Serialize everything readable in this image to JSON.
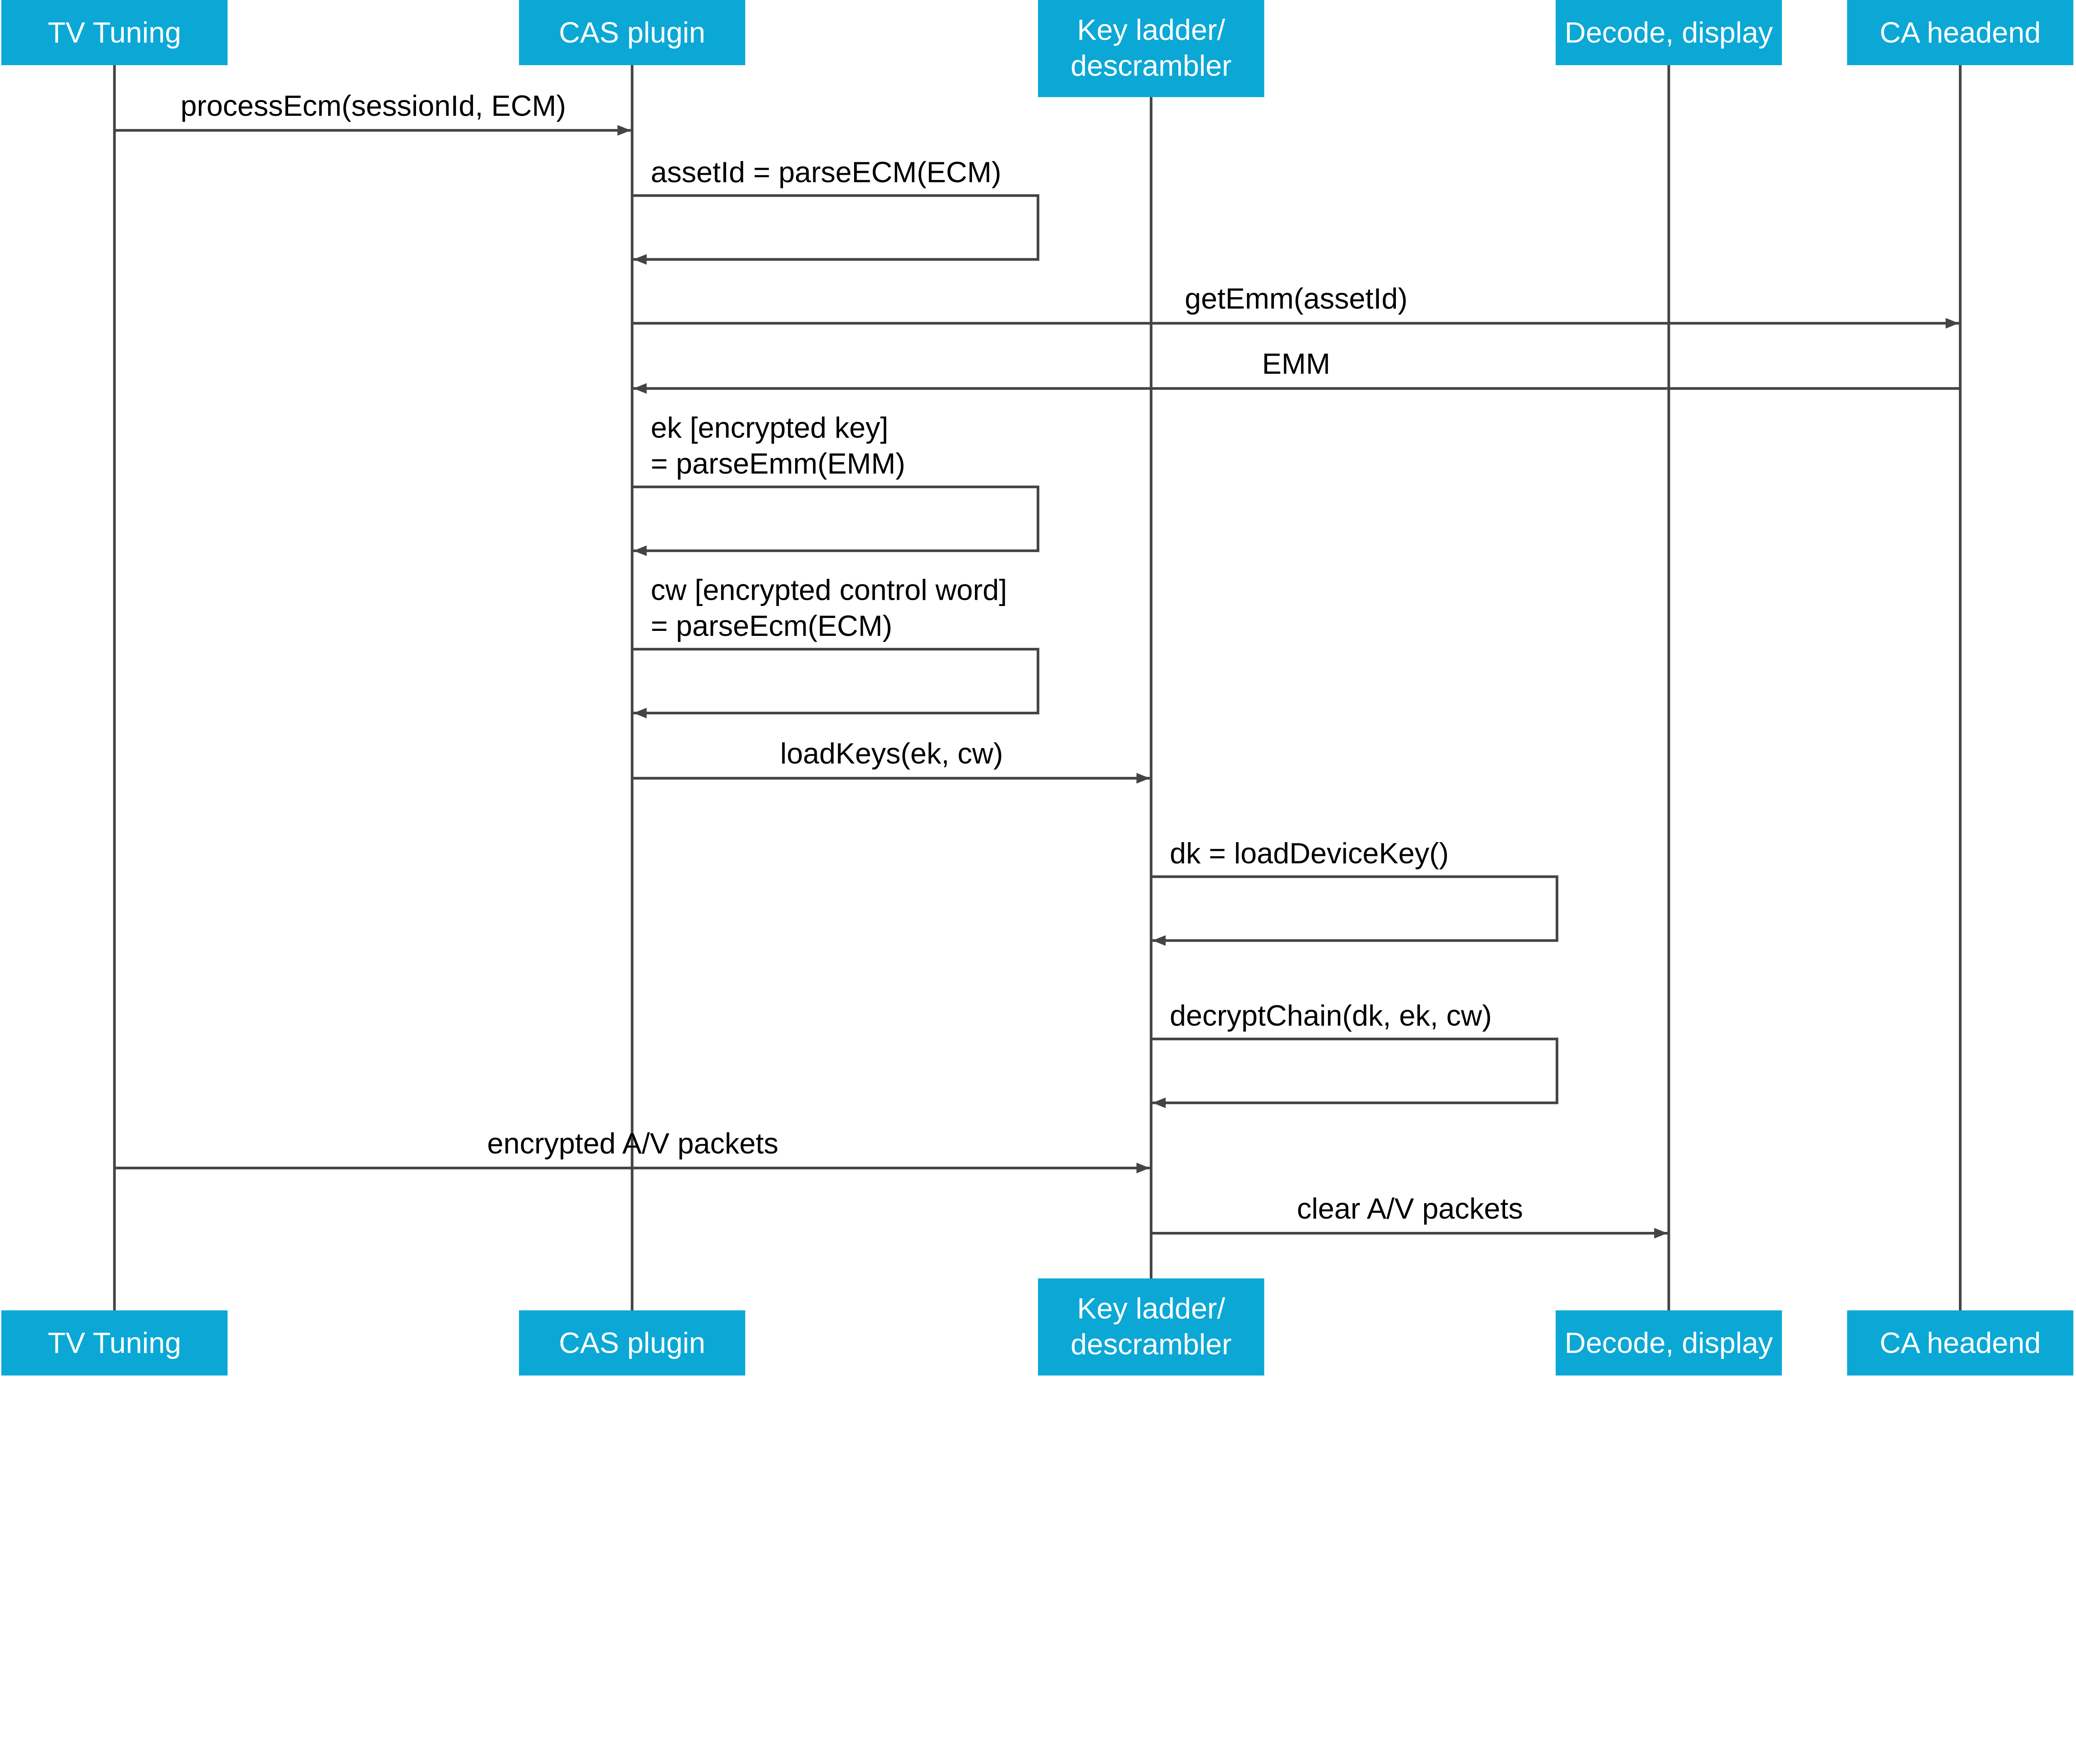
{
  "colors": {
    "header_fill": "#0BA8D6",
    "header_text": "#FFFFFF",
    "line": "#444444",
    "text": "#000000"
  },
  "participants": [
    {
      "id": "tv",
      "lines": [
        "TV Tuning"
      ]
    },
    {
      "id": "cas",
      "lines": [
        "CAS plugin"
      ]
    },
    {
      "id": "kl",
      "lines": [
        "Key ladder/",
        "descrambler"
      ]
    },
    {
      "id": "dec",
      "lines": [
        "Decode, display"
      ]
    },
    {
      "id": "ca",
      "lines": [
        "CA headend"
      ]
    }
  ],
  "messages": [
    {
      "from": 0,
      "to": 1,
      "lines": [
        "processEcm(sessionId, ECM)"
      ]
    },
    {
      "from": 1,
      "to": 1,
      "lines": [
        "assetId = parseECM(ECM)"
      ]
    },
    {
      "from": 1,
      "to": 4,
      "lines": [
        "getEmm(assetId)"
      ]
    },
    {
      "from": 4,
      "to": 1,
      "lines": [
        "EMM"
      ]
    },
    {
      "from": 1,
      "to": 1,
      "lines": [
        "ek [encrypted key]",
        "= parseEmm(EMM)"
      ]
    },
    {
      "from": 1,
      "to": 1,
      "lines": [
        "cw [encrypted control word]",
        "= parseEcm(ECM)"
      ]
    },
    {
      "from": 1,
      "to": 2,
      "lines": [
        "loadKeys(ek, cw)"
      ]
    },
    {
      "from": 2,
      "to": 2,
      "lines": [
        "dk = loadDeviceKey()"
      ]
    },
    {
      "from": 2,
      "to": 2,
      "lines": [
        "decryptChain(dk, ek, cw)"
      ]
    },
    {
      "from": 0,
      "to": 2,
      "lines": [
        "encrypted A/V packets"
      ]
    },
    {
      "from": 2,
      "to": 3,
      "lines": [
        "clear A/V packets"
      ]
    }
  ]
}
